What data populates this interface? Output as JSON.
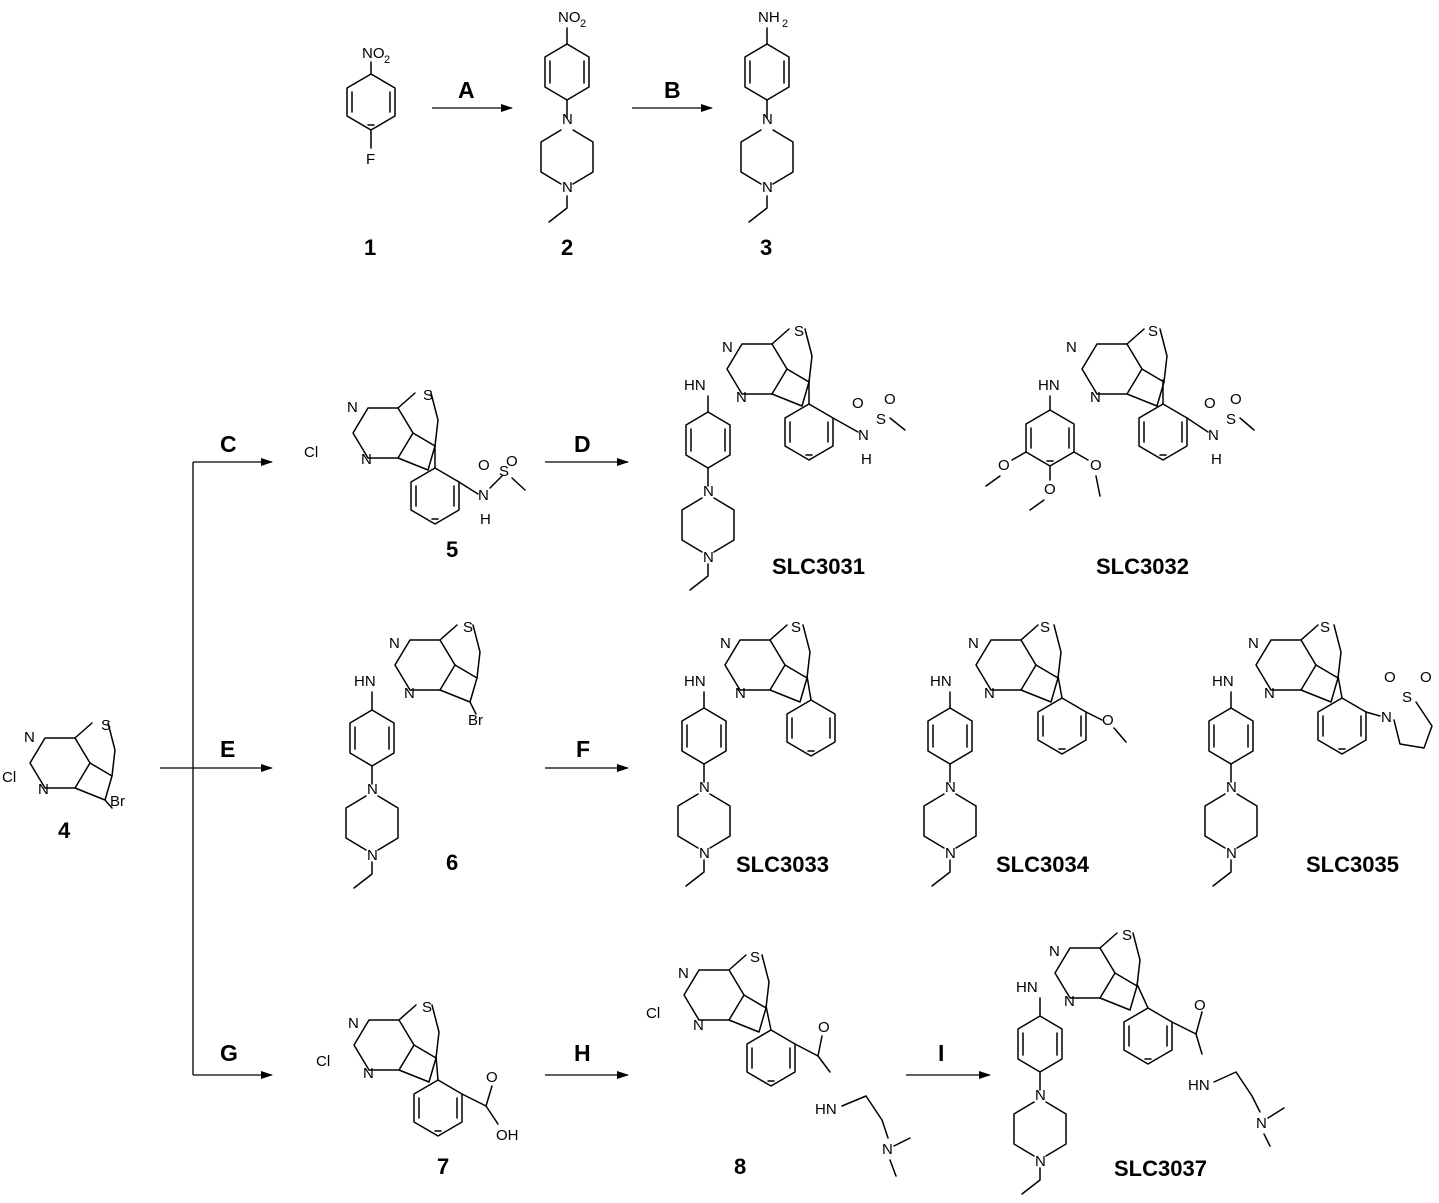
{
  "compounds": [
    {
      "id": "1",
      "label": "1"
    },
    {
      "id": "2",
      "label": "2"
    },
    {
      "id": "3",
      "label": "3"
    },
    {
      "id": "4",
      "label": "4"
    },
    {
      "id": "5",
      "label": "5"
    },
    {
      "id": "6",
      "label": "6"
    },
    {
      "id": "7",
      "label": "7"
    },
    {
      "id": "8",
      "label": "8"
    },
    {
      "id": "SLC3031",
      "label": "SLC3031"
    },
    {
      "id": "SLC3032",
      "label": "SLC3032"
    },
    {
      "id": "SLC3033",
      "label": "SLC3033"
    },
    {
      "id": "SLC3034",
      "label": "SLC3034"
    },
    {
      "id": "SLC3035",
      "label": "SLC3035"
    },
    {
      "id": "SLC3037",
      "label": "SLC3037"
    }
  ],
  "reactions": [
    {
      "id": "A",
      "label": "A",
      "from": "1",
      "to": "2"
    },
    {
      "id": "B",
      "label": "B",
      "from": "2",
      "to": "3"
    },
    {
      "id": "C",
      "label": "C",
      "from": "4",
      "to": "5"
    },
    {
      "id": "D",
      "label": "D",
      "from": "5",
      "to": "SLC3031"
    },
    {
      "id": "E",
      "label": "E",
      "from": "4",
      "to": "6"
    },
    {
      "id": "F",
      "label": "F",
      "from": "6",
      "to": "SLC3033"
    },
    {
      "id": "G",
      "label": "G",
      "from": "4",
      "to": "7"
    },
    {
      "id": "H",
      "label": "H",
      "from": "7",
      "to": "8"
    },
    {
      "id": "I",
      "label": "I",
      "from": "8",
      "to": "SLC3037"
    }
  ],
  "atoms": {
    "NO2": "NO",
    "two": "2",
    "NH2": "NH",
    "F": "F",
    "N": "N",
    "S": "S",
    "Cl": "Cl",
    "Br": "Br",
    "HN": "HN",
    "NH": "N",
    "H": "H",
    "O": "O",
    "OH": "OH",
    "HN_amide": "HN"
  }
}
